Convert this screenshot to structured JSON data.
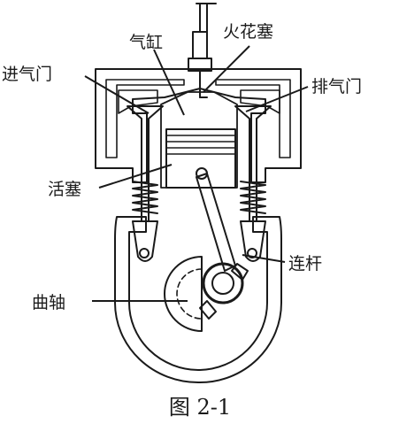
{
  "labels": {
    "cylinder": "气缸",
    "spark_plug": "火花塞",
    "intake_valve": "进气门",
    "exhaust_valve": "排气门",
    "piston": "活塞",
    "connecting_rod": "连杆",
    "crankshaft": "曲轴"
  },
  "caption": "图 2-1",
  "colors": {
    "ink": "#1a1a1a",
    "casing_fill": "#9a9a9a",
    "part_fill": "#d9d9d9",
    "background": "#ffffff"
  }
}
